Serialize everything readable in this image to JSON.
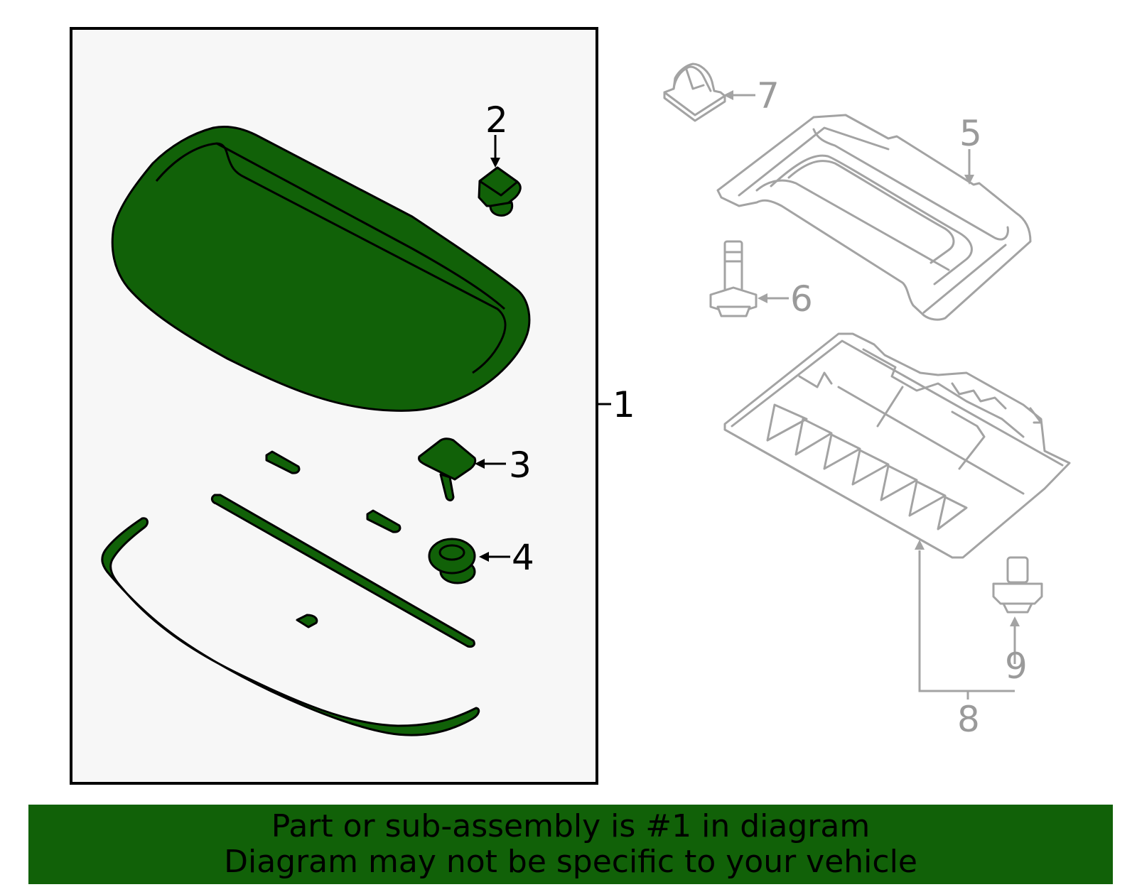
{
  "colors": {
    "highlight_green": "#116108",
    "panel_background": "#f7f7f7",
    "unselected_gray": "#a3a3a3",
    "banner_background": "#116108"
  },
  "callouts": {
    "c1": "1",
    "c2": "2",
    "c3": "3",
    "c4": "4",
    "c5": "5",
    "c6": "6",
    "c7": "7",
    "c8": "8",
    "c9": "9"
  },
  "banner": {
    "line1": "Part or sub-assembly is #1 in diagram",
    "line2": "Diagram may not be specific to your vehicle"
  }
}
